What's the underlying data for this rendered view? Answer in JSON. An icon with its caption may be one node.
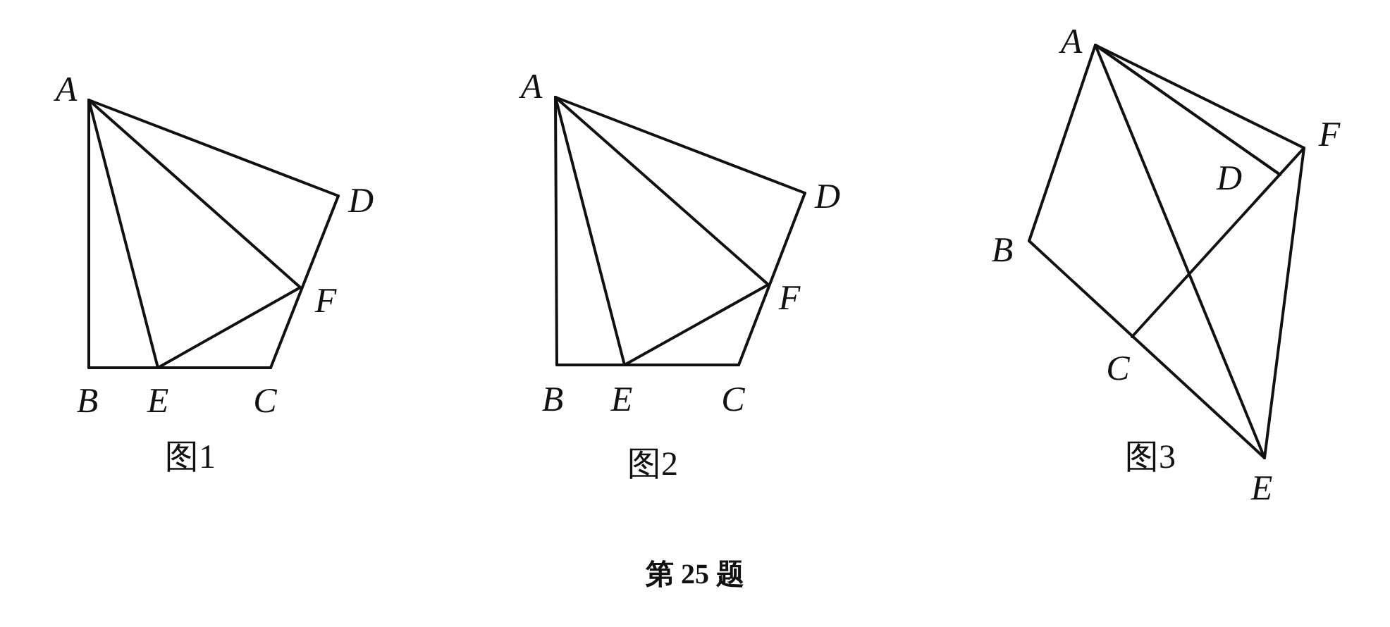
{
  "diagram": {
    "caption": "第 25 题",
    "labels": [
      "A",
      "D",
      "F",
      "B",
      "E",
      "C",
      "图1",
      "A",
      "D",
      "F",
      "B",
      "E",
      "C",
      "图2",
      "A",
      "F",
      "D",
      "B",
      "C",
      "图3",
      "E"
    ]
  }
}
